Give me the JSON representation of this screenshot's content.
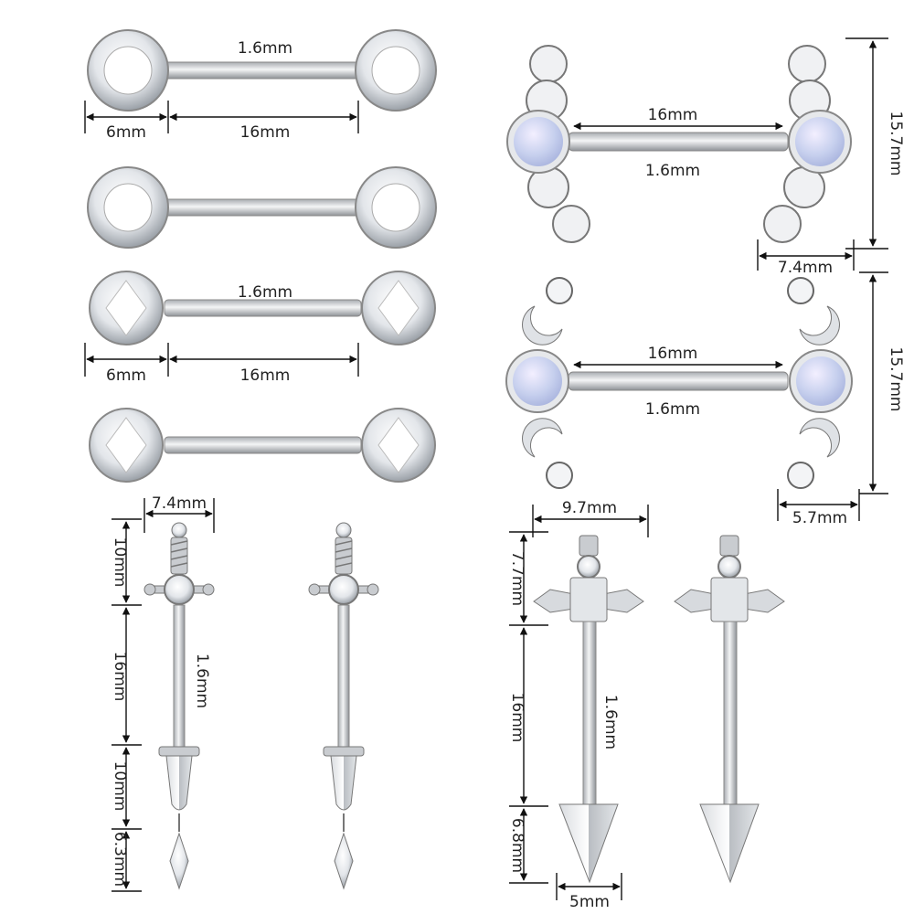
{
  "labels": {
    "round_top_gauge": "1.6mm",
    "round_top_ball": "6mm",
    "round_top_length": "16mm",
    "prong_gauge": "1.6mm",
    "prong_ball": "6mm",
    "prong_length": "16mm",
    "heart_length": "16mm",
    "heart_gauge": "1.6mm",
    "heart_height": "15.7mm",
    "heart_width": "7.4mm",
    "moon_length": "16mm",
    "moon_gauge": "1.6mm",
    "moon_height": "15.7mm",
    "moon_width": "5.7mm",
    "dagger_width": "7.4mm",
    "dagger_top": "10mm",
    "dagger_bar": "16mm",
    "dagger_gauge": "1.6mm",
    "dagger_blade": "10mm",
    "dagger_drop": "6.3mm",
    "sword_width": "9.7mm",
    "sword_top": "7.7mm",
    "sword_bar": "16mm",
    "sword_gauge": "1.6mm",
    "sword_tip": "6.8mm",
    "sword_tip_width": "5mm"
  },
  "colors": {
    "metal": "#c9ccd0",
    "metal_dark": "#8e9297",
    "opal": "#c9d3ec",
    "crystal": "#eef0f3"
  }
}
